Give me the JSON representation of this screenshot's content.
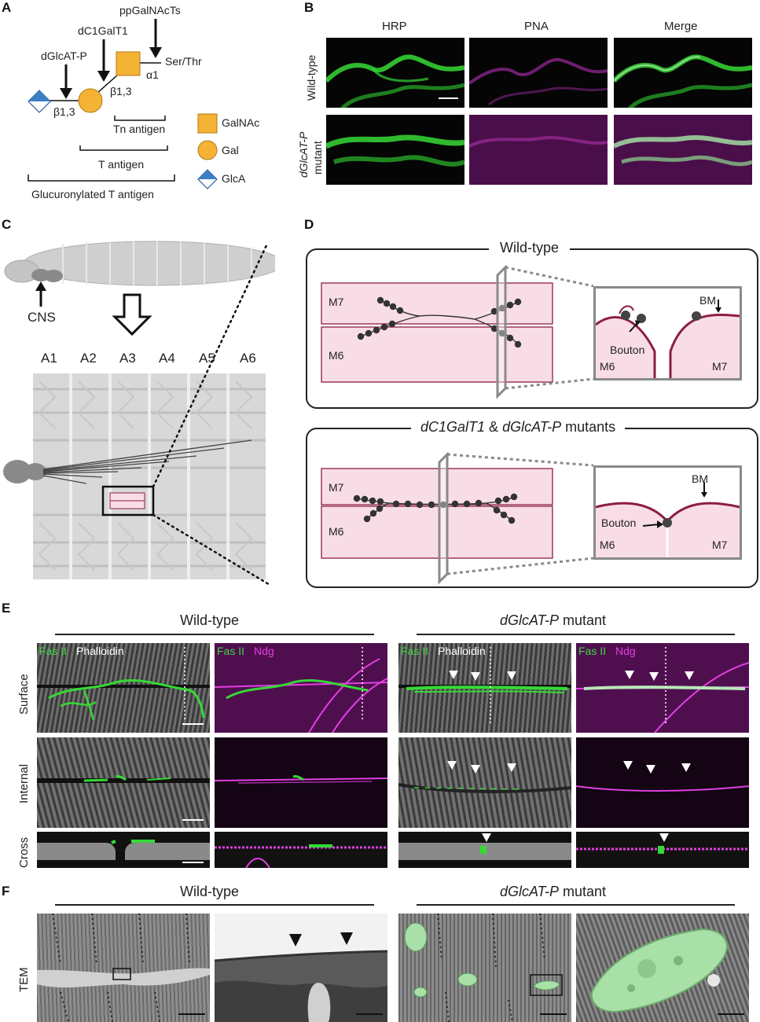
{
  "panels": {
    "A": "A",
    "B": "B",
    "C": "C",
    "D": "D",
    "E": "E",
    "F": "F"
  },
  "panelA": {
    "enzymes": [
      "ppGalNAcTs",
      "dC1GalT1",
      "dGlcAT-P"
    ],
    "linkages": [
      "β1,3",
      "β1,3",
      "α1"
    ],
    "serthr": "Ser/Thr",
    "brackets": [
      "Tn antigen",
      "T antigen",
      "Glucuronylated T antigen"
    ],
    "legend": [
      "GalNAc",
      "Gal",
      "GlcA"
    ],
    "colors": {
      "galnac": "#f5b335",
      "gal": "#f5b335",
      "glca": "#3c7fc4"
    }
  },
  "panelB": {
    "columns": [
      "HRP",
      "PNA",
      "Merge"
    ],
    "rows": [
      {
        "line1": "Wild-type",
        "line2": ""
      },
      {
        "line1": "dGlcAT-P",
        "line2": "mutant"
      }
    ]
  },
  "panelC": {
    "cns": "CNS",
    "segments": [
      "A1",
      "A2",
      "A3",
      "A4",
      "A5",
      "A6"
    ]
  },
  "panelD": {
    "top": {
      "title": "Wild-type",
      "muscles": [
        "M7",
        "M6"
      ],
      "zoom": {
        "bm": "BM",
        "bouton": "Bouton",
        "left": "M6",
        "right": "M7"
      }
    },
    "bottom": {
      "title_italic_1": "dC1GalT1",
      "title_sep": " & ",
      "title_italic_2": "dGlcAT-P",
      "title_tail": " mutants",
      "muscles": [
        "M7",
        "M6"
      ],
      "zoom": {
        "bm": "BM",
        "bouton": "Bouton",
        "left": "M6",
        "right": "M7"
      }
    }
  },
  "panelE": {
    "wt_title": "Wild-type",
    "mut_title_italic": "dGlcAT-P",
    "mut_title_tail": " mutant",
    "rows": [
      "Surface",
      "Internal",
      "Cross"
    ],
    "channels": {
      "fas2": "Fas II",
      "phalloidin": "Phalloidin",
      "ndg": "Ndg"
    },
    "colors": {
      "green": "#3fd83f",
      "magenta": "#e23fe2"
    }
  },
  "panelF": {
    "wt_title": "Wild-type",
    "mut_title_italic": "dGlcAT-P",
    "mut_title_tail": " mutant",
    "row": "TEM"
  }
}
